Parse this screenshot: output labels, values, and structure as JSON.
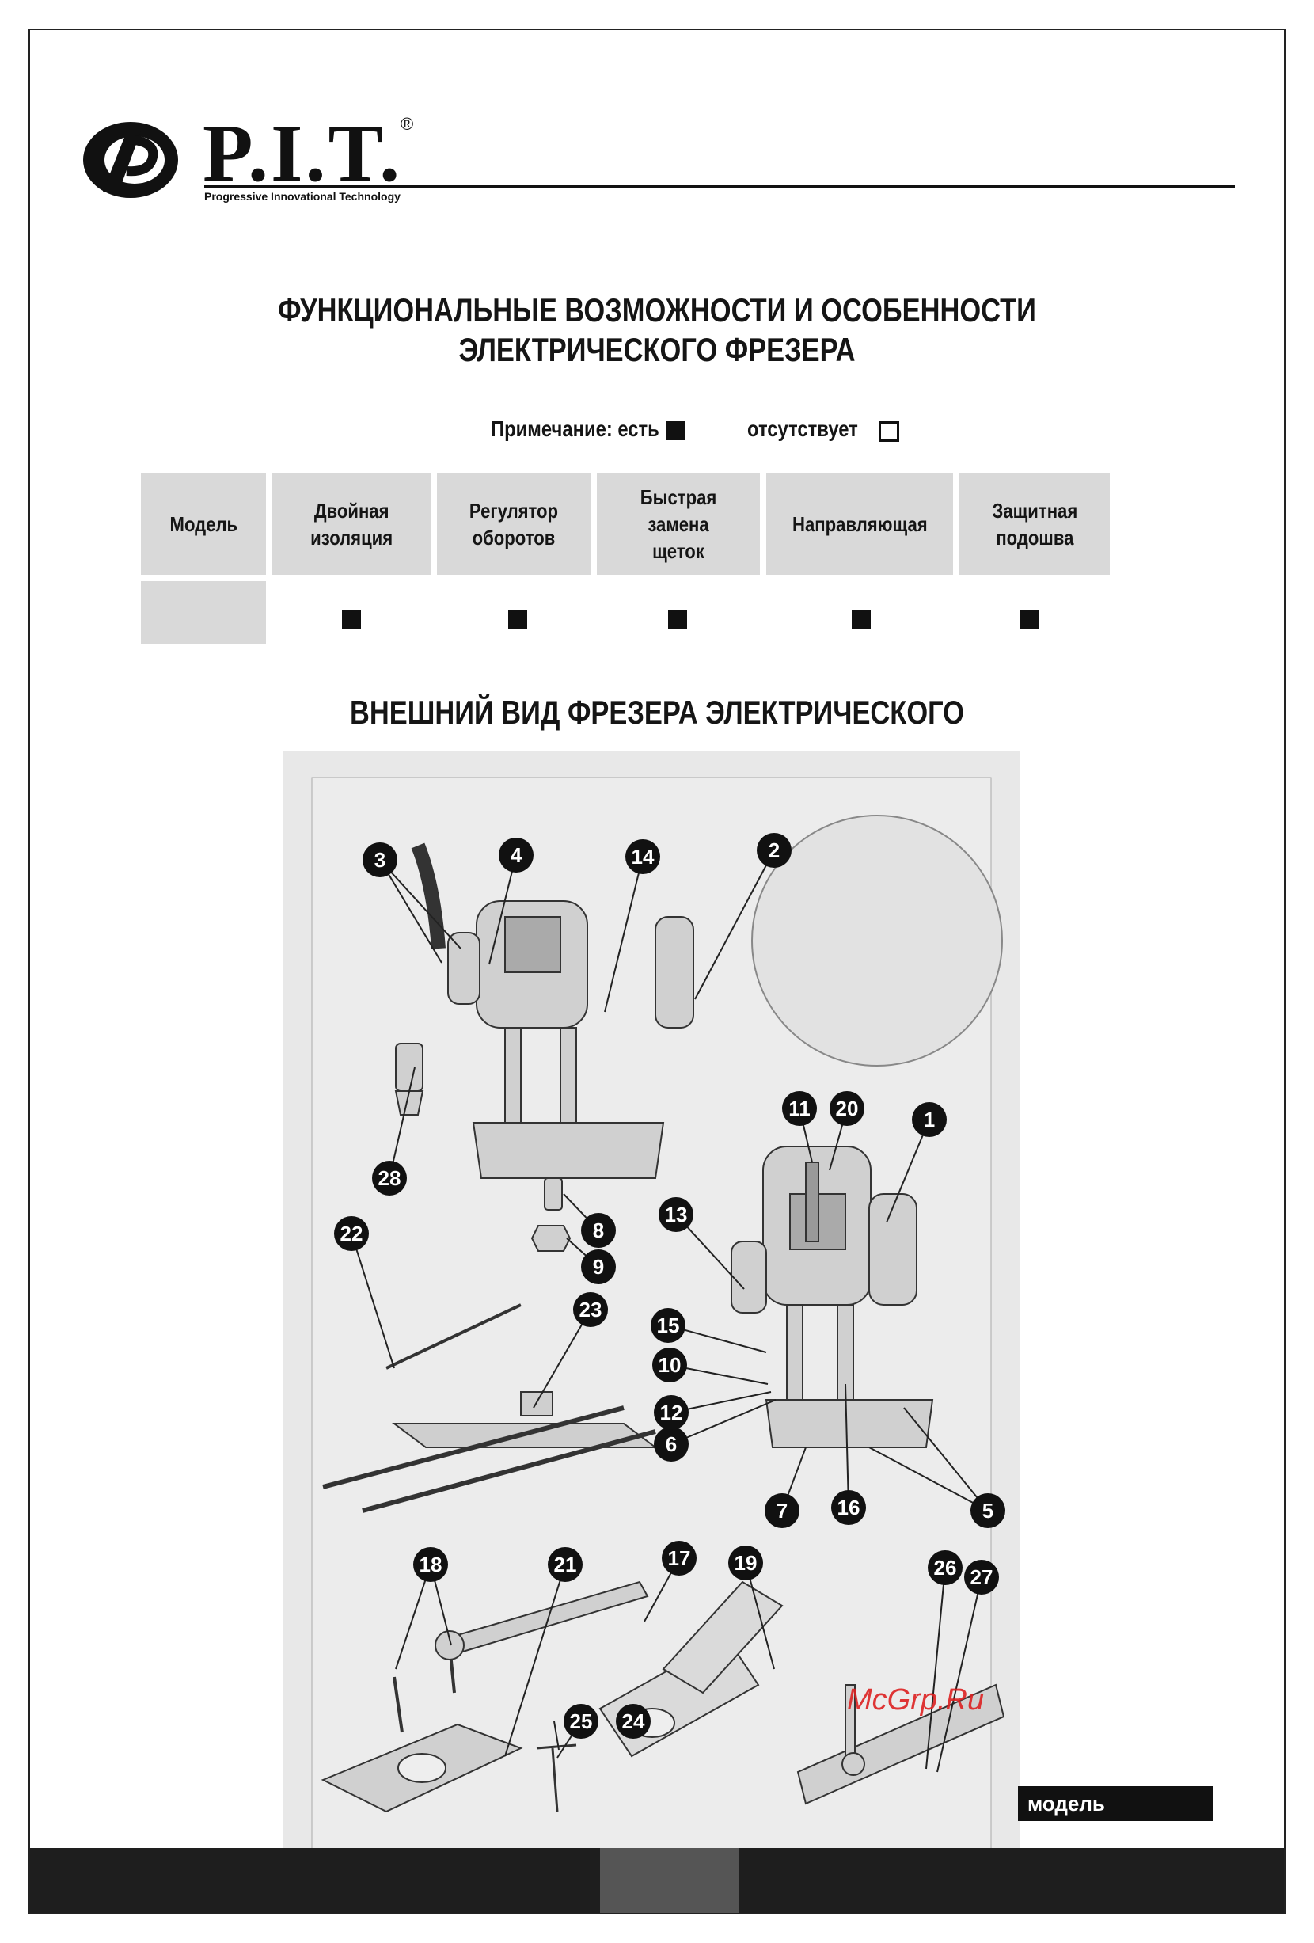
{
  "header": {
    "brand": "P.I.T.",
    "registered": "®",
    "tagline": "Progressive Innovational Technology"
  },
  "title": {
    "line1": "ФУНКЦИОНАЛЬНЫЕ ВОЗМОЖНОСТИ И ОСОБЕННОСТИ",
    "line2": "ЭЛЕКТРИЧЕСКОГО ФРЕЗЕРА"
  },
  "note": {
    "present_label": "Примечание: есть",
    "absent_label": "отсутствует"
  },
  "features_table": {
    "headers": [
      "Модель",
      "Двойная изоляция",
      "Регулятор оборотов",
      "Быстрая замена щеток",
      "Направляющая",
      "Защитная подошва"
    ],
    "header_lines": [
      [
        "Модель"
      ],
      [
        "Двойная",
        "изоляция"
      ],
      [
        "Регулятор",
        "оборотов"
      ],
      [
        "Быстрая замена",
        "щеток"
      ],
      [
        "Направляющая"
      ],
      [
        "Защитная",
        "подошва"
      ]
    ],
    "row": {
      "model": "",
      "values": [
        true,
        true,
        true,
        true,
        true
      ]
    }
  },
  "section_title": "ВНЕШНИЙ ВИД ФРЕЗЕРА ЭЛЕКТРИЧЕСКОГО",
  "figure": {
    "callouts": [
      "1",
      "2",
      "3",
      "4",
      "5",
      "6",
      "7",
      "8",
      "9",
      "10",
      "11",
      "12",
      "13",
      "14",
      "15",
      "16",
      "17",
      "18",
      "19",
      "20",
      "21",
      "22",
      "23",
      "24",
      "25",
      "26",
      "27",
      "28"
    ],
    "watermark": "McGrp.Ru"
  },
  "model_label": "модель",
  "colors": {
    "header_bg": "#d9d9d9",
    "figure_bg": "#e8e8e8",
    "footer_bg": "#1e1e1e",
    "watermark": "#dd2222"
  }
}
